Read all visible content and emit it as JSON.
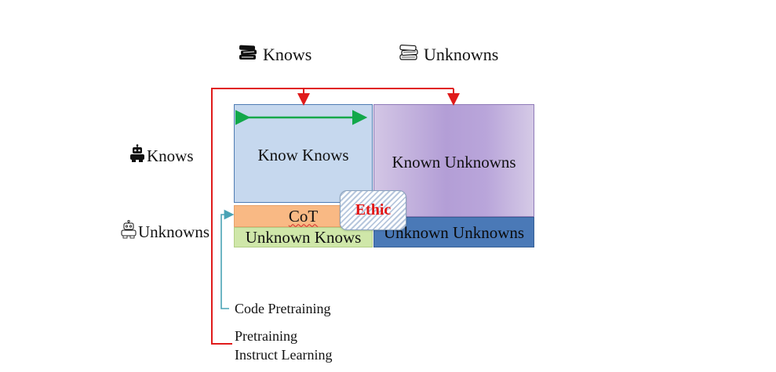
{
  "columns": {
    "knows": {
      "label": "Knows",
      "icon": "books-icon"
    },
    "unknowns": {
      "label": "Unknowns",
      "icon": "books-outline-icon"
    }
  },
  "rows": {
    "knows": {
      "label": "Knows",
      "icon": "robot-icon"
    },
    "unknowns": {
      "label": "Unknowns",
      "icon": "robot-outline-icon"
    }
  },
  "quadrants": {
    "known_knowns": "Know Knows",
    "known_unknowns": "Known Unknowns",
    "unknown_knowns": "Unknown Knows",
    "unknown_unknowns": "Unknown Unknowns",
    "cot": "CoT",
    "ethic": "Ethic"
  },
  "annotations": {
    "code_pretraining": "Code Pretraining",
    "pretraining": "Pretraining",
    "instruct_learning": "Instruct Learning"
  },
  "colors": {
    "red_line": "#e01b1b",
    "teal_line": "#4aa3b5",
    "green_arrow": "#12a84a"
  }
}
